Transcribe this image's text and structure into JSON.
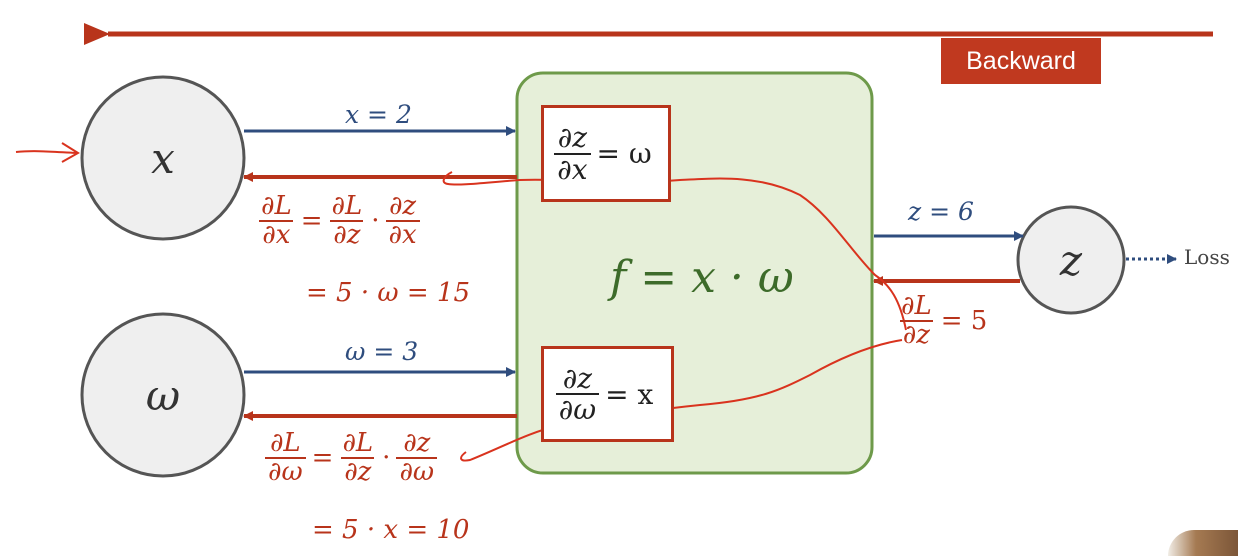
{
  "badge": {
    "backward": "Backward"
  },
  "nodes": {
    "x": "x",
    "w": "ω",
    "z": "z"
  },
  "loss": "Loss",
  "function_label": "f = x · ω",
  "forward": {
    "x_value": "x = 2",
    "w_value": "ω = 3",
    "z_value": "z = 6"
  },
  "local_grads": {
    "dzdx": {
      "num": "∂z",
      "den": "∂x",
      "rhs": "= ω"
    },
    "dzdw": {
      "num": "∂z",
      "den": "∂ω",
      "rhs": "= x"
    }
  },
  "upstream": {
    "num": "∂L",
    "den": "∂z",
    "rhs": "= 5"
  },
  "grad_x": {
    "lhs_num": "∂L",
    "lhs_den": "∂x",
    "a_num": "∂L",
    "a_den": "∂z",
    "b_num": "∂z",
    "b_den": "∂x",
    "result": "= 5 · ω = 15"
  },
  "grad_w": {
    "lhs_num": "∂L",
    "lhs_den": "∂ω",
    "a_num": "∂L",
    "a_den": "∂z",
    "b_num": "∂z",
    "b_den": "∂ω",
    "result": "= 5 · x = 10"
  },
  "colors": {
    "forward": "#2f4d7e",
    "backward": "#c0391f",
    "box_fill": "#e6efd9",
    "box_border": "#6e9a4a",
    "node_fill": "#efefef",
    "node_border": "#555555"
  }
}
